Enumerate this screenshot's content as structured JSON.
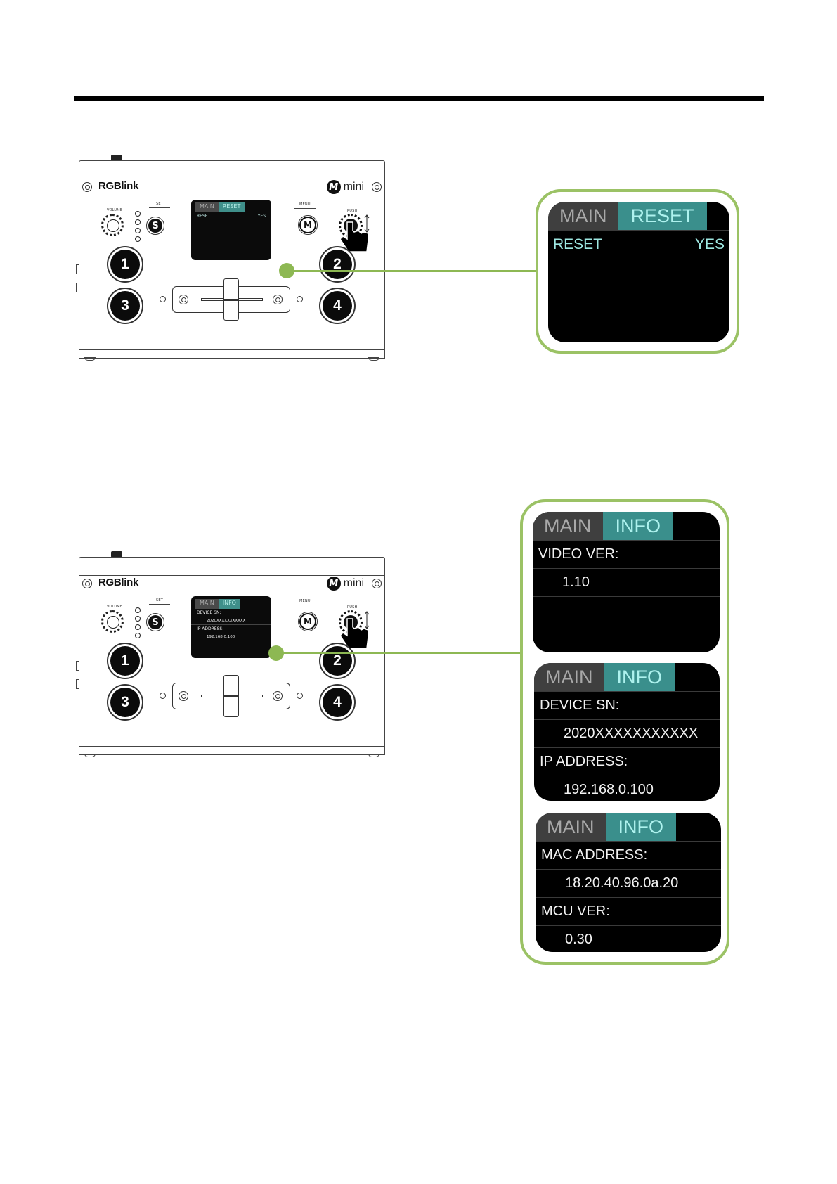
{
  "device": {
    "brand": "RGBlink",
    "mini_logo_letter": "M",
    "mini_text": "mini",
    "volume_label": "VOLUME",
    "set_label": "SET",
    "menu_label": "MENU",
    "push_label": "PUSH",
    "set_button": "S",
    "menu_button": "M",
    "buttons": [
      "1",
      "2",
      "3",
      "4"
    ]
  },
  "device1_screen": {
    "tab_main": "MAIN",
    "tab_selected": "RESET",
    "row_label": "RESET",
    "row_value": "YES"
  },
  "device2_screen": {
    "tab_main": "MAIN",
    "tab_selected": "INFO",
    "label_1": "DEVICE SN:",
    "value_1": "2020XXXXXXXXXXX",
    "label_2": "IP ADDRESS:",
    "value_2": "192.168.0.100"
  },
  "callout_reset": {
    "tab_main": "MAIN",
    "tab_selected": "RESET",
    "row_label": "RESET",
    "row_value": "YES"
  },
  "callout_info_1": {
    "tab_main": "MAIN",
    "tab_selected": "INFO",
    "label": "VIDEO VER:",
    "value": "1.10"
  },
  "callout_info_2": {
    "tab_main": "MAIN",
    "tab_selected": "INFO",
    "label_1": "DEVICE SN:",
    "value_1": "2020XXXXXXXXXXX",
    "label_2": "IP ADDRESS:",
    "value_2": "192.168.0.100"
  },
  "callout_info_3": {
    "tab_main": "MAIN",
    "tab_selected": "INFO",
    "label_1": "MAC ADDRESS:",
    "value_1": "18.20.40.96.0a.20",
    "label_2": "MCU VER:",
    "value_2": "0.30"
  },
  "colors": {
    "accent_green": "#8db853",
    "tab_teal": "#3a8f8c",
    "screen_bg": "#000000"
  }
}
